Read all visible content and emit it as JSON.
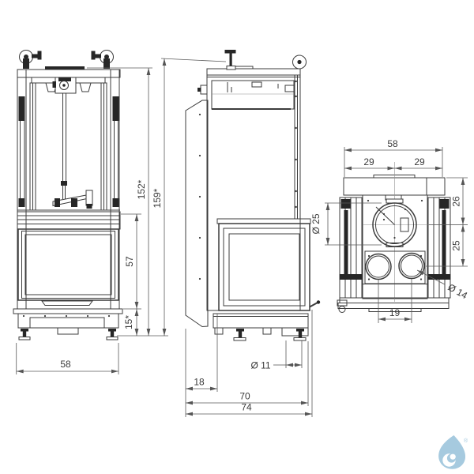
{
  "front": {
    "width": "58",
    "door_height": "57",
    "plinth_height": "15*",
    "frame_height": "152*",
    "total_height": "159*"
  },
  "side": {
    "rear_gap": "18",
    "depth": "70",
    "total_depth": "74",
    "foot_diameter": "Ø 11"
  },
  "rear": {
    "width": "58",
    "left_half": "29",
    "right_half": "29",
    "flue_offset": "26",
    "flue_to_vents": "25",
    "flue_diameter": "Ø 25",
    "vent_diameter": "Ø 14",
    "vent_spacing": "19"
  },
  "logo": {
    "registered": "®",
    "color": "#a6cadf"
  }
}
